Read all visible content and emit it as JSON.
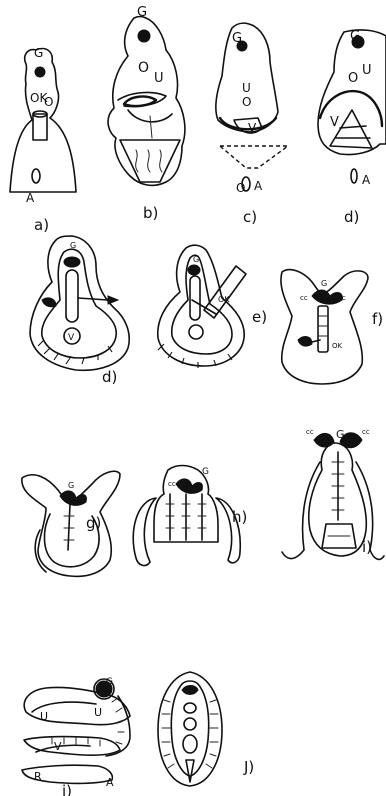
{
  "panels": [
    {
      "caption": "a)",
      "labels": [
        "G",
        "OK",
        "O",
        "A"
      ]
    },
    {
      "caption": "b)",
      "labels": [
        "G",
        "O",
        "U"
      ]
    },
    {
      "caption": "c)",
      "labels": [
        "G",
        "U",
        "O",
        "V",
        "O",
        "A"
      ]
    },
    {
      "caption": "d)",
      "labels": [
        "G",
        "U",
        "V",
        "O",
        "A"
      ]
    },
    {
      "caption": "d)",
      "labels": [
        "G",
        "V"
      ]
    },
    {
      "caption": "e)",
      "labels": [
        "G",
        "OK"
      ]
    },
    {
      "caption": "f)",
      "labels": [
        "G",
        "cc",
        "cc",
        "OK"
      ]
    },
    {
      "caption": "g)",
      "labels": [
        "G"
      ]
    },
    {
      "caption": "h)",
      "labels": [
        "G",
        "cc"
      ]
    },
    {
      "caption": "i)",
      "labels": [
        "G",
        "cc",
        "cc"
      ]
    },
    {
      "caption": "i)",
      "labels": [
        "G",
        "U",
        "U",
        "V",
        "R",
        "A"
      ]
    },
    {
      "caption": "J)",
      "labels": []
    }
  ],
  "colors": {
    "ink": "#111111",
    "paper": "#ffffff"
  }
}
